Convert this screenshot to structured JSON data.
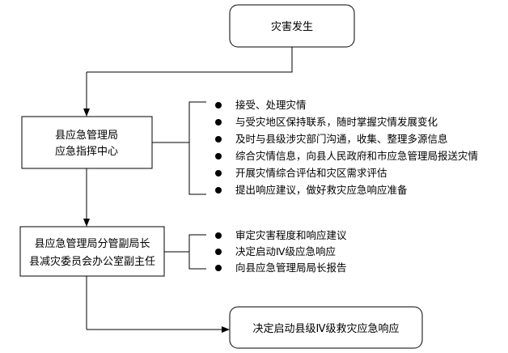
{
  "nodes": {
    "start": "灾害发生",
    "command_center": [
      "县应急管理局",
      "应急指挥中心"
    ],
    "deputy": [
      "县应急管理局分管副局长",
      "县减灾委员会办公室副主任"
    ],
    "end": "决定启动县级Ⅳ级救灾应急响应"
  },
  "command_center_tasks": [
    "接受、处理灾情",
    "与受灾地区保持联系，随时掌握灾情发展变化",
    "及时与县级涉灾部门沟通，收集、整理多源信息",
    "综合灾情信息，向县人民政府和市应急管理局报送灾情",
    "开展灾情综合评估和灾区需求评估",
    "提出响应建议，做好救灾应急响应准备"
  ],
  "deputy_tasks": [
    "审定灾害程度和响应建议",
    "决定启动Ⅳ级应急响应",
    "向县应急管理局局长报告"
  ]
}
